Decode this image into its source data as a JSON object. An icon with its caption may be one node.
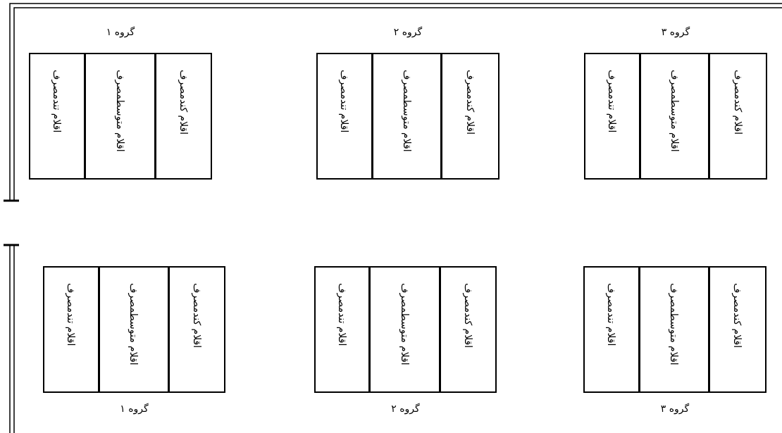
{
  "diagram": {
    "nodes": [
      {
        "text": [
          "گروه ۱"
        ]
      },
      {
        "text": [
          "اقلام تندمصرف"
        ],
        "in": 0
      },
      {
        "text": [
          "اقلام متوسطمصرف"
        ],
        "in": 0
      },
      {
        "text": [
          "اقلام کندمصرف"
        ],
        "in": 0
      },
      {
        "text": [
          "گروه ۲"
        ]
      },
      {
        "text": [
          "اقلام تندمصرف"
        ],
        "in": 4
      },
      {
        "text": [
          "اقلام متوسطمصرف"
        ],
        "in": 4
      },
      {
        "text": [
          "اقلام کندمصرف"
        ],
        "in": 4
      },
      {
        "text": [
          "گروه ۳"
        ]
      },
      {
        "text": [
          "اقلام تندمصرف"
        ],
        "in": 8
      },
      {
        "text": [
          "اقلام متوسطمصرف"
        ],
        "in": 8
      },
      {
        "text": [
          "اقلام کندمصرف"
        ],
        "in": 8
      },
      {
        "text": [
          "گروه ۱"
        ]
      },
      {
        "text": [
          "اقلام تندمصرف"
        ],
        "in": 12
      },
      {
        "text": [
          "اقلام متوسطمصرف"
        ],
        "in": 12
      },
      {
        "text": [
          "اقلام کندمصرف"
        ],
        "in": 12
      },
      {
        "text": [
          "گروه ۲"
        ]
      },
      {
        "text": [
          "اقلام تندمصرف"
        ],
        "in": 16
      },
      {
        "text": [
          "اقلام متوسطمصرف"
        ],
        "in": 16
      },
      {
        "text": [
          "اقلام کندمصرف"
        ],
        "in": 16
      },
      {
        "text": [
          "گروه ۳"
        ]
      },
      {
        "text": [
          "اقلام تندمصرف"
        ],
        "in": 20
      },
      {
        "text": [
          "اقلام متوسطمصرف"
        ],
        "in": 20
      },
      {
        "text": [
          "اقلام کندمصرف"
        ],
        "in": 20
      }
    ]
  }
}
